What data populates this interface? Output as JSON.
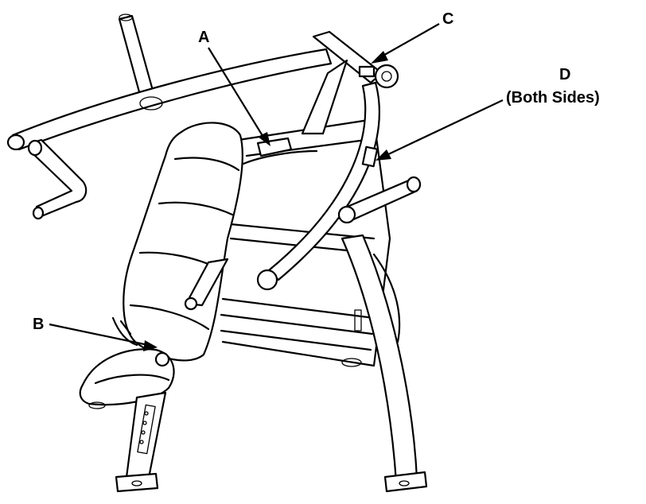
{
  "callouts": {
    "a": "A",
    "b": "B",
    "c": "C",
    "d": "D",
    "d_note": "(Both Sides)"
  }
}
